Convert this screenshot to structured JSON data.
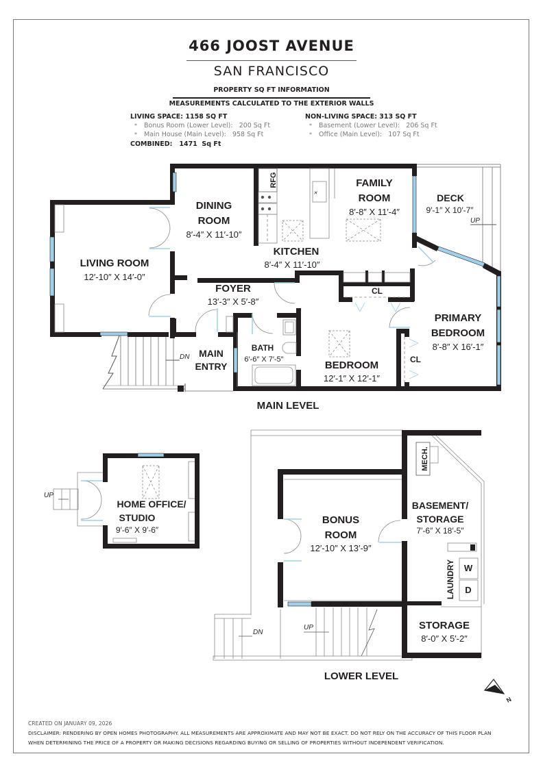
{
  "header": {
    "address": "466 JOOST AVENUE",
    "city": "SAN FRANCISCO",
    "section_title": "PROPERTY SQ FT INFORMATION",
    "measurement_note": "MEASUREMENTS CALCULATED TO THE EXTERIOR WALLS"
  },
  "sqft": {
    "living": {
      "heading": "LIVING SPACE: 1158 SQ FT",
      "items": [
        {
          "label": "Bonus Room (Lower Level):",
          "value": "200 Sq Ft"
        },
        {
          "label": "Main House (Main Level):",
          "value": "958 Sq Ft"
        }
      ]
    },
    "non_living": {
      "heading": "NON-LIVING SPACE: 313 SQ FT",
      "items": [
        {
          "label": "Basement (Lower Level):",
          "value": "206 Sq Ft"
        },
        {
          "label": "Office (Main Level):",
          "value": "107 Sq Ft"
        }
      ]
    },
    "combined_label": "COMBINED:",
    "combined_value": "1471  Sq Ft",
    "bullet": "*"
  },
  "main_level": {
    "label": "MAIN LEVEL",
    "rooms": {
      "living_room": {
        "name": "LIVING ROOM",
        "dims": "12′-10″ X 14′-0″"
      },
      "dining_room": {
        "name_1": "DINING",
        "name_2": "ROOM",
        "dims": "8′-4″ X 11′-10″"
      },
      "kitchen": {
        "name": "KITCHEN",
        "dims": "8′-4″ X 11′-10″"
      },
      "family_room": {
        "name_1": "FAMILY",
        "name_2": "ROOM",
        "dims": "8′-8″ X 11′-4″"
      },
      "deck": {
        "name": "DECK",
        "dims": "9′-1″ X 10′-7″"
      },
      "foyer": {
        "name": "FOYER",
        "dims": "13′-3″ X 5′-8″"
      },
      "bath": {
        "name": "BATH",
        "dims": "6′-6″ X 7′-5″"
      },
      "bedroom": {
        "name": "BEDROOM",
        "dims": "12′-1″ X 12′-1″"
      },
      "primary_bedroom": {
        "name_1": "PRIMARY",
        "name_2": "BEDROOM",
        "dims": "8′-8″ X 16′-1″"
      },
      "main_entry": {
        "name_1": "MAIN",
        "name_2": "ENTRY"
      }
    },
    "labels": {
      "refrigerator": "RFG",
      "closet_1": "CL",
      "closet_2": "CL",
      "stairs_down": "DN",
      "deck_up": "UP"
    }
  },
  "office": {
    "name_1": "HOME OFFICE/",
    "name_2": "STUDIO",
    "dims": "9′-6″ X 9′-6″",
    "stairs_up": "UP"
  },
  "lower_level": {
    "label": "LOWER LEVEL",
    "rooms": {
      "bonus_room": {
        "name_1": "BONUS",
        "name_2": "ROOM",
        "dims": "12′-10″ X 13′-9″"
      },
      "basement": {
        "name_1": "BASEMENT/",
        "name_2": "STORAGE",
        "dims": "7′-6″ X 18′-5″"
      },
      "storage": {
        "name": "STORAGE",
        "dims": "8′-0″ X 5′-2″"
      }
    },
    "labels": {
      "mechanical": "MECH.",
      "laundry": "LAUNDRY",
      "washer": "W",
      "dryer": "D",
      "stairs_down": "DN",
      "stairs_up": "UP"
    }
  },
  "compass": {
    "north_label": "N"
  },
  "footer": {
    "created": "CREATED ON JANUARY 09, 2026",
    "disclaimer_1": "DISCLAIMER: RENDERING BY OPEN HOMES PHOTOGRAPHY. ALL MEASUREMENTS ARE APPROXIMATE AND MAY NOT BE EXACT. DO NOT RELY ON THE ACCURACY OF THIS FLOOR PLAN",
    "disclaimer_2": "WHEN DETERMINING THE PRICE OF A PROPERTY OR MAKING DECISIONS REGARDING BUYING OR SELLING OF PROPERTIES WITHOUT INDEPENDENT VERIFICATION."
  },
  "colors": {
    "wall": "#231f20",
    "window": "#9fd0ea",
    "fixture_line": "#8a8a8a",
    "frame": "#7a7a7a"
  }
}
